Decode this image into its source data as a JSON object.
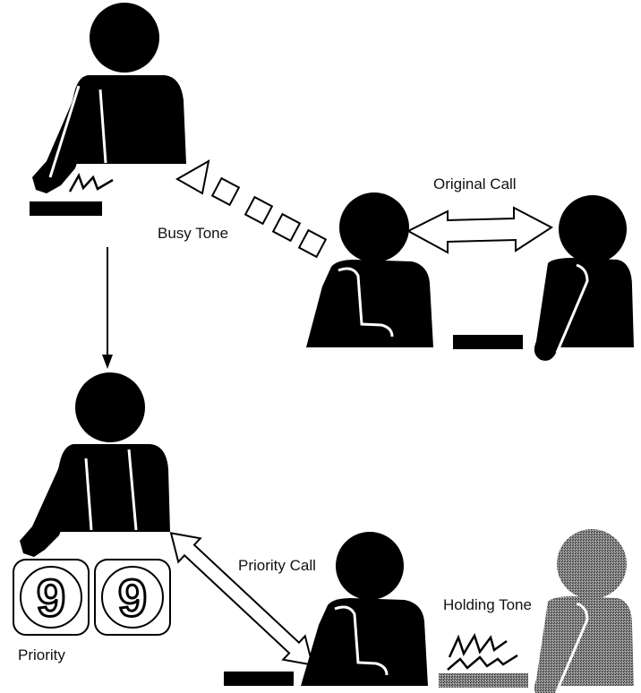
{
  "labels": {
    "busy_tone": "Busy Tone",
    "original_call": "Original Call",
    "priority_call": "Priority Call",
    "holding_tone": "Holding Tone",
    "priority": "Priority"
  },
  "keys": {
    "key_1": "9",
    "key_2": "9"
  },
  "colors": {
    "figure": "#000000",
    "figure_shaded": "#6e6e6e",
    "background": "#ffffff"
  }
}
